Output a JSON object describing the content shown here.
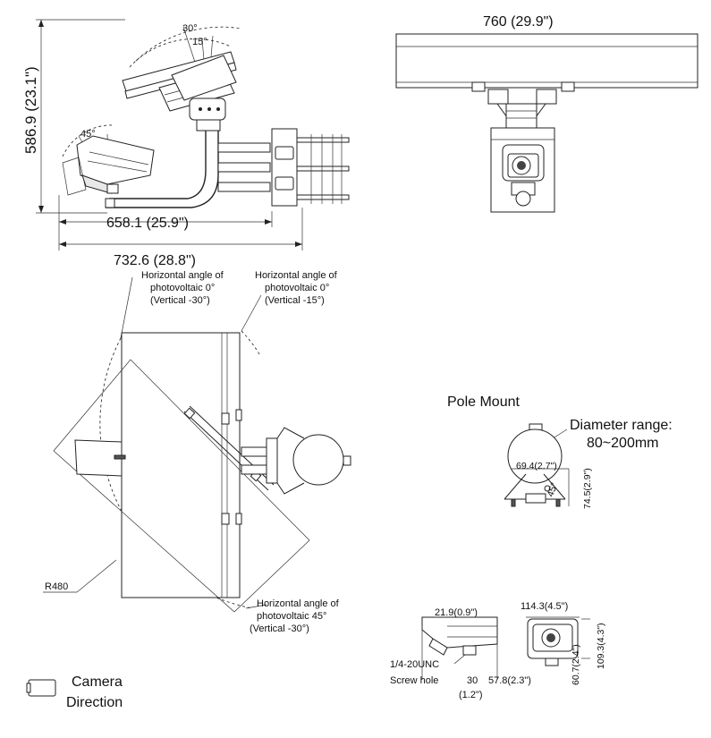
{
  "top_left_view": {
    "height_dim": "586.9 (23.1\")",
    "width_dim_inner": "658.1 (25.9\")",
    "width_dim_outer": "732.6 (28.8\")",
    "angle_30": "30°",
    "angle_15": "15°",
    "angle_45": "45°"
  },
  "top_right_view": {
    "width_dim": "760 (29.9\")"
  },
  "plan_view": {
    "label_left_line1": "Horizontal angle of",
    "label_left_line2": "photovoltaic 0°",
    "label_left_line3": "(Vertical -30°)",
    "label_right_line1": "Horizontal angle of",
    "label_right_line2": "photovoltaic 0°",
    "label_right_line3": "(Vertical -15°)",
    "label_bottom_line1": "Horizontal angle of",
    "label_bottom_line2": "photovoltaic 45°",
    "label_bottom_line3": "(Vertical -30°)",
    "radius": "R480"
  },
  "pole_mount": {
    "title": "Pole Mount",
    "diameter_line1": "Diameter range:",
    "diameter_line2": "80~200mm",
    "dim_width": "69.4(2.7\")",
    "dim_height": "74.5(2.9\")",
    "angle": "45°"
  },
  "camera_dims": {
    "top_dim": "21.9(0.9\")",
    "width_dim": "114.3(4.5\")",
    "height_dim": "109.3(4.3\")",
    "inner_dim": "60.7(2.4\")",
    "screw_line1": "1/4-20UNC",
    "screw_line2": "Screw hole",
    "dim_30": "30",
    "dim_30_in": "(1.2\")",
    "dim_57": "57.8(2.3\")"
  },
  "legend": {
    "line1": "Camera",
    "line2": "Direction"
  }
}
